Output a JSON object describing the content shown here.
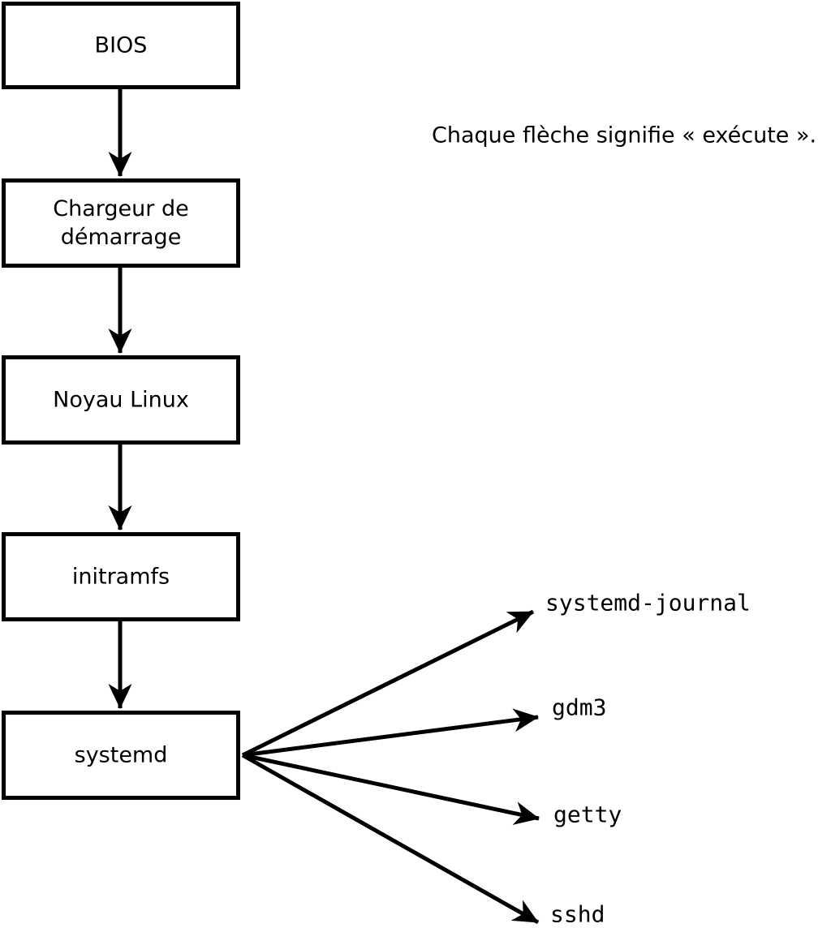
{
  "diagram": {
    "title_hint": "Linux boot sequence diagram",
    "legend": {
      "text": "Chaque flèche signifie « exécute »."
    },
    "chain_boxes": {
      "bios": {
        "label": "BIOS"
      },
      "bootloader": {
        "line1": "Chargeur de",
        "line2": "démarrage"
      },
      "kernel": {
        "label": "Noyau Linux"
      },
      "initramfs": {
        "label": "initramfs"
      },
      "systemd": {
        "label": "systemd"
      }
    },
    "spawned_processes": {
      "journal": {
        "label": "systemd-journal"
      },
      "gdm3": {
        "label": "gdm3"
      },
      "getty": {
        "label": "getty"
      },
      "sshd": {
        "label": "sshd"
      }
    },
    "colors": {
      "foreground": "#000000",
      "background": "#ffffff",
      "box_fill": "#ffffff"
    }
  }
}
